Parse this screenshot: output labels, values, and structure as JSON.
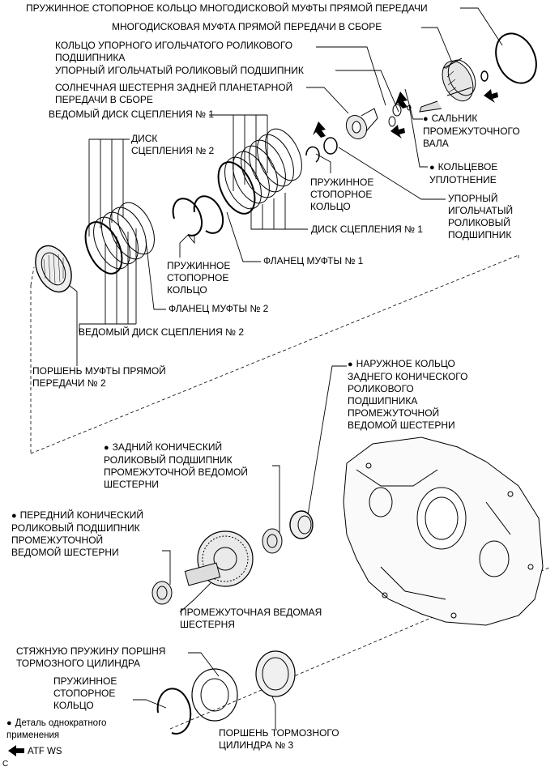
{
  "labels": {
    "direct_clutch_snap_ring": "ПРУЖИННОЕ СТОПОРНОЕ КОЛЬЦО МНОГОДИСКОВОЙ МУФТЫ ПРЯМОЙ ПЕРЕДАЧИ",
    "direct_clutch_assembly": "МНОГОДИСКОВАЯ МУФТА ПРЯМОЙ ПЕРЕДАЧИ В СБОРЕ",
    "thrust_race": "КОЛЬЦО УПОРНОГО ИГОЛЬЧАТОГО РОЛИКОВОГО\nПОДШИПНИКА",
    "thrust_bearing_top": "УПОРНЫЙ ИГОЛЬЧАТЫЙ РОЛИКОВЫЙ ПОДШИПНИК",
    "sun_gear": "СОЛНЕЧНАЯ ШЕСТЕРНЯ ЗАДНЕЙ ПЛАНЕТАРНОЙ\nПЕРЕДАЧИ В СБОРЕ",
    "driven_plate_1": "ВЕДОМЫЙ ДИСК СЦЕПЛЕНИЯ № 1",
    "clutch_disc_2": "ДИСК\nСЦЕПЛЕНИЯ № 2",
    "shaft_seal": "САЛЬНИК\nПРОМЕЖУТОЧНОГО\nВАЛА",
    "o_ring": "КОЛЬЦЕВОЕ\nУПЛОТНЕНИЕ",
    "snap_ring_mid": "ПРУЖИННОЕ\nСТОПОРНОЕ\nКОЛЬЦО",
    "thrust_bearing_right": "УПОРНЫЙ\nИГОЛЬЧАТЫЙ\nРОЛИКОВЫЙ\nПОДШИПНИК",
    "clutch_disc_1": "ДИСК СЦЕПЛЕНИЯ № 1",
    "flange_1": "ФЛАНЕЦ МУФТЫ № 1",
    "snap_ring_left": "ПРУЖИННОЕ\nСТОПОРНОЕ\nКОЛЬЦО",
    "flange_2": "ФЛАНЕЦ МУФТЫ № 2",
    "driven_plate_2": "ВЕДОМЫЙ ДИСК СЦЕПЛЕНИЯ № 2",
    "piston_2": "ПОРШЕНЬ МУФТЫ ПРЯМОЙ\nПЕРЕДАЧИ № 2",
    "outer_race": "НАРУЖНОЕ КОЛЬЦО\nЗАДНЕГО КОНИЧЕСКОГО\nРОЛИКОВОГО\nПОДШИПНИКА\nПРОМЕЖУТОЧНОЙ\nВЕДОМОЙ ШЕСТЕРНИ",
    "rear_bearing": "ЗАДНИЙ КОНИЧЕСКИЙ\nРОЛИКОВЫЙ ПОДШИПНИК\nПРОМЕЖУТОЧНОЙ ВЕДОМОЙ\nШЕСТЕРНИ",
    "front_bearing": "ПЕРЕДНИЙ КОНИЧЕСКИЙ\nРОЛИКОВЫЙ ПОДШИПНИК\nПРОМЕЖУТОЧНОЙ\nВЕДОМОЙ ШЕСТЕРНИ",
    "counter_driven_gear": "ПРОМЕЖУТОЧНАЯ ВЕДОМАЯ\nШЕСТЕРНЯ",
    "return_spring": "СТЯЖНУЮ ПРУЖИНУ ПОРШНЯ\nТОРМОЗНОГО ЦИЛИНДРА",
    "snap_ring_bottom": "ПРУЖИННОЕ\nСТОПОРНОЕ\nКОЛЬЦО",
    "brake_piston_3": "ПОРШЕНЬ ТОРМОЗНОГО\nЦИЛИНДРА № 3"
  },
  "legend": {
    "non_reusable": "Деталь однократного\nприменения",
    "atf": "ATF WS"
  },
  "corner_mark": "C"
}
